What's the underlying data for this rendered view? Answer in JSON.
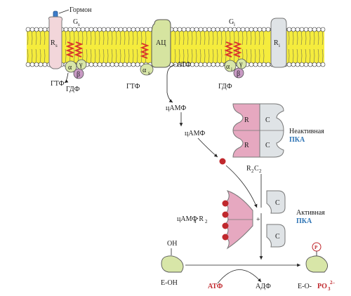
{
  "membrane": {
    "hormone_label": "Гормон",
    "rs_label": "R",
    "rs_sub": "s",
    "gs_label": "G",
    "gs_sub": "s",
    "gi_label": "G",
    "gi_sub": "i",
    "ri_label": "R",
    "ri_sub": "i",
    "ac_label": "АЦ",
    "atp_label": "АТФ",
    "gtp_left": "ГТФ",
    "gdp_left": "ГДФ",
    "gtp_mid": "ГТФ",
    "gdp_right": "ГДФ",
    "alpha": "α",
    "beta": "β",
    "gamma": "γ",
    "alpha_s": "α",
    "alpha_s_sub": "s",
    "alpha_i": "α",
    "alpha_i_sub": "i"
  },
  "pathway": {
    "camp_1": "цАМФ",
    "camp_2": "цАМФ"
  },
  "inactive_pka": {
    "r_top": "R",
    "c_top": "C",
    "r_bottom": "R",
    "c_bottom": "C",
    "caption": "Неактивная",
    "caption_pka": "ПКА",
    "complex_label": "R",
    "complex_sub": "2",
    "complex_c": "C",
    "complex_c_sub": "2"
  },
  "active_pka": {
    "left_label": "цАМФ",
    "left_sub": "4",
    "left_suffix": "·R",
    "left_sub2": "2",
    "plus": "+",
    "c_top": "C",
    "c_bottom": "C",
    "caption": "Активная",
    "caption_pka": "ПКА"
  },
  "reaction": {
    "oh_label": "OH",
    "enzyme_left": "E-OH",
    "atp": "АТФ",
    "adp": "АДФ",
    "product_prefix": "E-O-",
    "product_po": "PO",
    "product_sub": "3",
    "product_sup": "2–",
    "p_label": "P"
  },
  "colors": {
    "lipid_yellow": "#f5ec3d",
    "receptor_pink": "#f2d6da",
    "gprotein_green": "#d8e6a8",
    "beta_purple": "#c89ac4",
    "ac_green": "#d6e4a0",
    "r_subunit_pink": "#e6a8c0",
    "c_subunit_gray": "#dfe3e6",
    "camp_red": "#c0282d",
    "pka_blue": "#2e74b5",
    "hormone_blue": "#3d7cc9",
    "coil_red": "#d9342b"
  }
}
